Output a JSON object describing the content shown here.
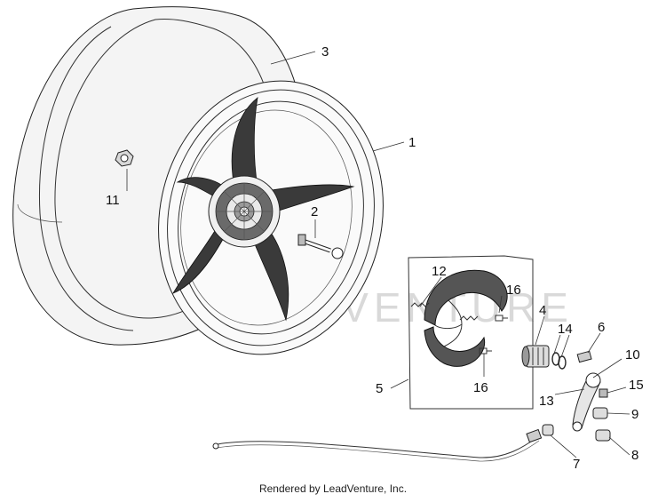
{
  "callouts": {
    "c1": "1",
    "c2": "2",
    "c3": "3",
    "c4": "4",
    "c5": "5",
    "c6": "6",
    "c7": "7",
    "c8": "8",
    "c9": "9",
    "c10": "10",
    "c11": "11",
    "c12": "12",
    "c13": "13",
    "c14": "14",
    "c15": "15",
    "c16a": "16",
    "c16b": "16"
  },
  "watermark": "LEADVENTURE",
  "footer": "Rendered by LeadVenture, Inc.",
  "colors": {
    "line": "#222222",
    "spoke_fill": "#3a3a3a",
    "brake_shoe": "#4a4a4a",
    "watermark": "#d9d9d9"
  }
}
